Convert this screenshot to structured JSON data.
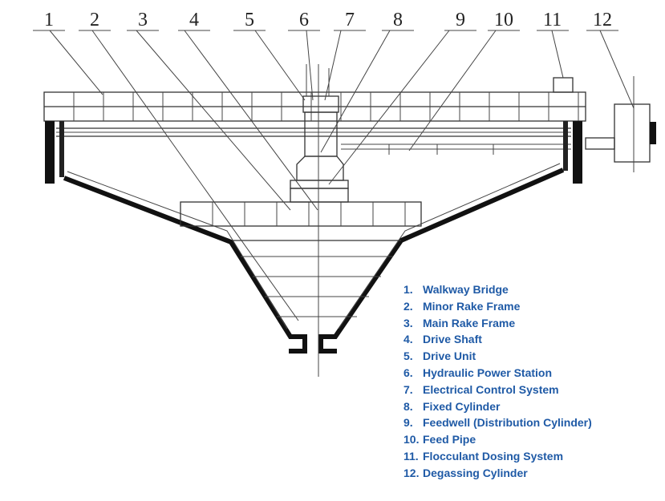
{
  "colors": {
    "legend_text": "#1f5aa6",
    "drawing": "#222222"
  },
  "callouts": [
    "1",
    "2",
    "3",
    "4",
    "5",
    "6",
    "7",
    "8",
    "9",
    "10",
    "11",
    "12"
  ],
  "legend": [
    {
      "num": "1.",
      "label": "Walkway Bridge"
    },
    {
      "num": "2.",
      "label": "Minor Rake Frame"
    },
    {
      "num": "3.",
      "label": "Main Rake Frame"
    },
    {
      "num": "4.",
      "label": "Drive Shaft"
    },
    {
      "num": "5.",
      "label": "Drive Unit"
    },
    {
      "num": "6.",
      "label": "Hydraulic Power Station"
    },
    {
      "num": "7.",
      "label": "Electrical Control System"
    },
    {
      "num": "8.",
      "label": "Fixed Cylinder"
    },
    {
      "num": "9.",
      "label": "Feedwell (Distribution Cylinder)"
    },
    {
      "num": "10.",
      "label": "Feed Pipe"
    },
    {
      "num": "11.",
      "label": "Flocculant Dosing System"
    },
    {
      "num": "12.",
      "label": "Degassing Cylinder"
    }
  ]
}
